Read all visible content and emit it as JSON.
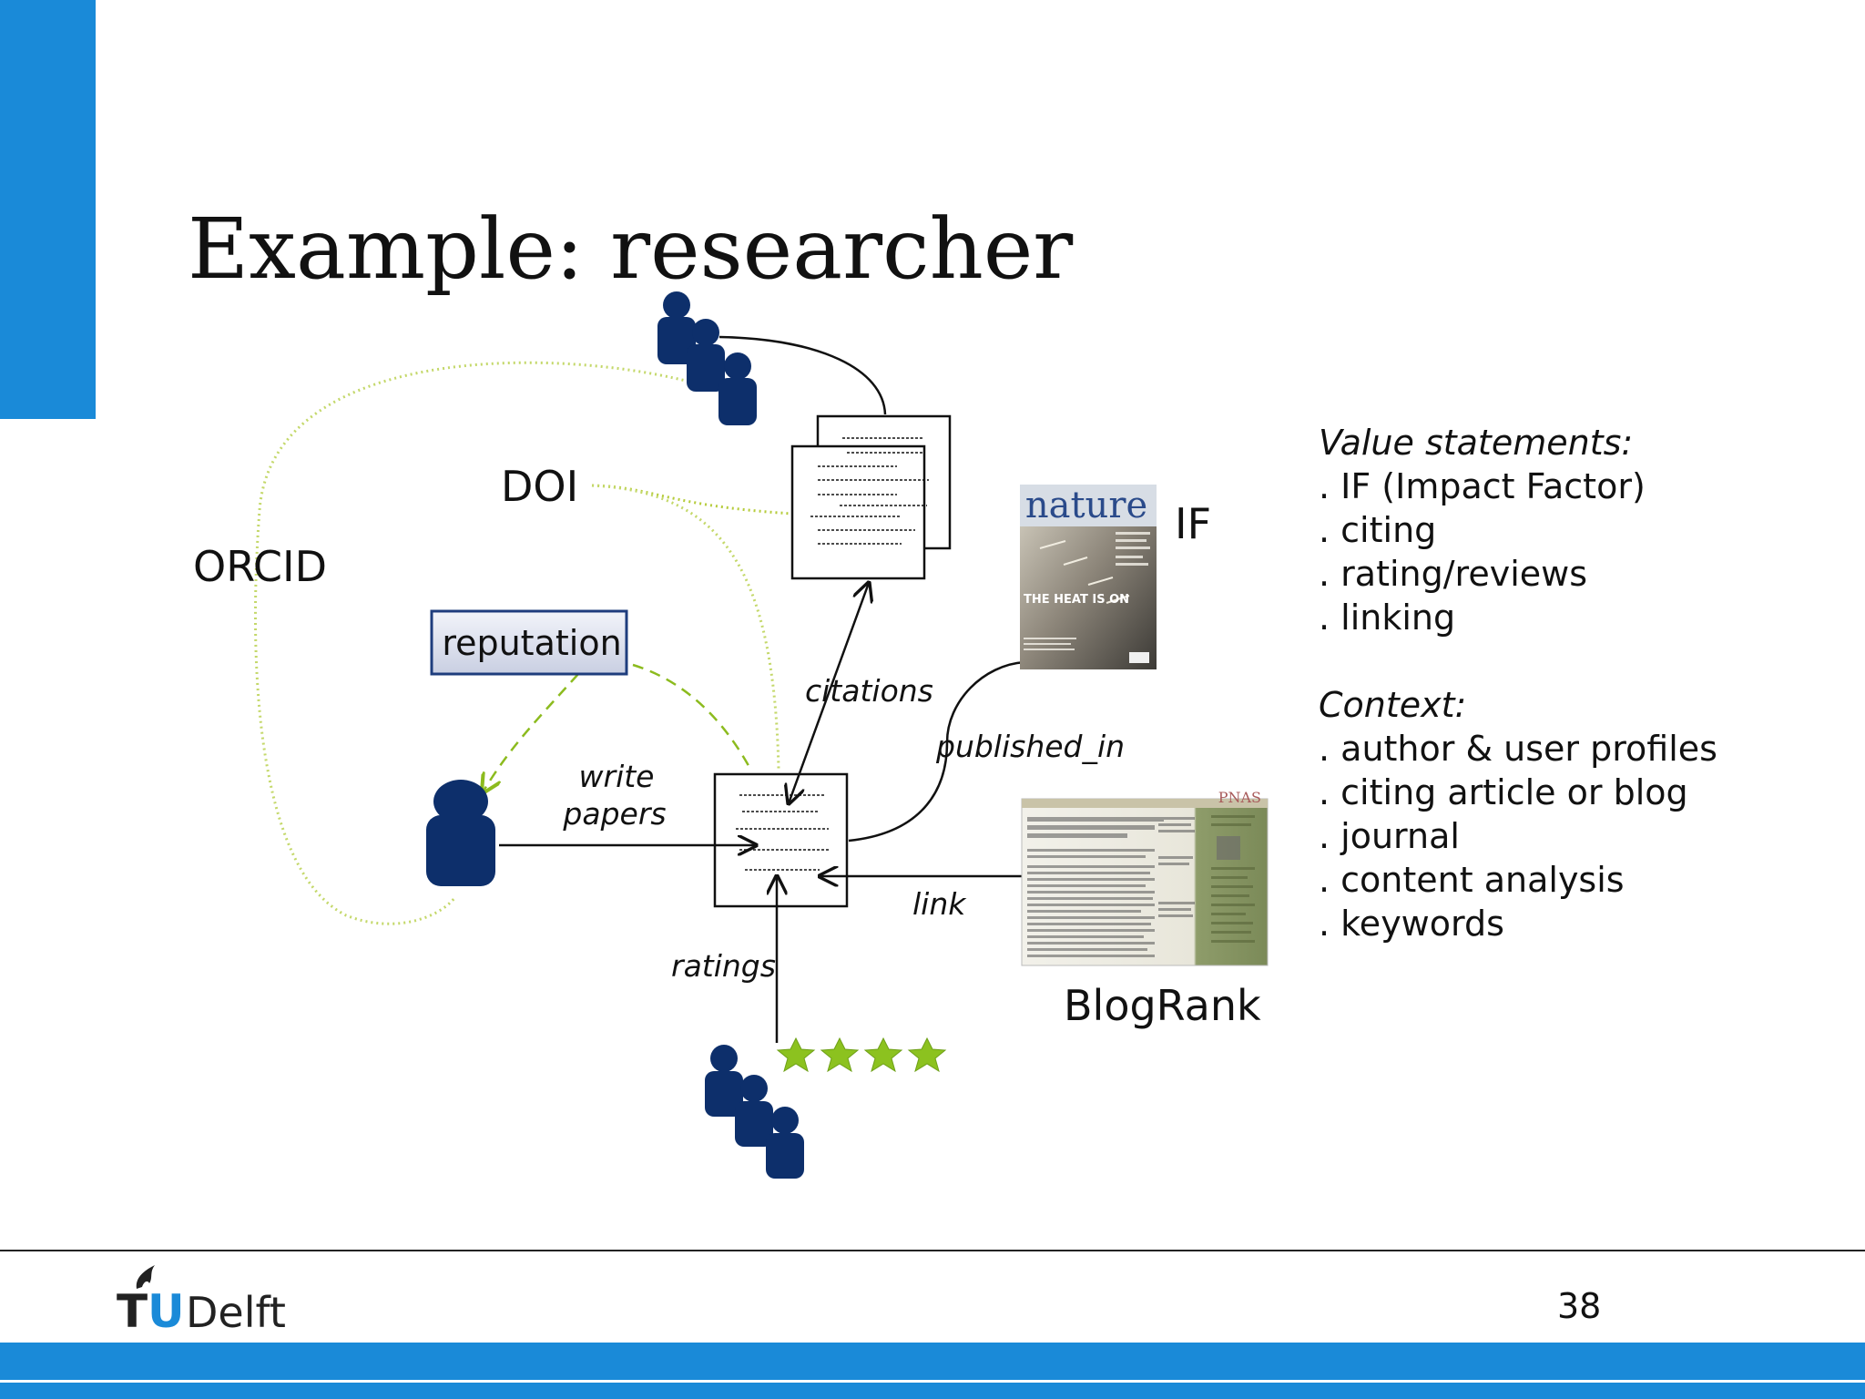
{
  "slide": {
    "title": "Example: researcher",
    "page_number": "38"
  },
  "diagram": {
    "doi_label": "DOI",
    "orcid_label": "ORCID",
    "reputation_label": "reputation",
    "write_label_1": "write",
    "write_label_2": "papers",
    "citations_label": "citations",
    "published_in_label": "published_in",
    "link_label": "link",
    "ratings_label": "ratings",
    "if_label": "IF",
    "blogrank_label": "BlogRank",
    "nature_masthead": "nature",
    "nature_cover_line": "THE HEAT IS ON",
    "pnas_masthead": "PNAS"
  },
  "value_statements": {
    "header": "Value statements:",
    "items": [
      ". IF (Impact Factor)",
      ". citing",
      ". rating/reviews",
      ". linking"
    ]
  },
  "context": {
    "header": "Context:",
    "items": [
      ". author & user profiles",
      ". citing article or blog",
      ". journal",
      ". content analysis",
      ". keywords"
    ]
  },
  "footer": {
    "logo_text_t": "T",
    "logo_text_u": "U",
    "logo_text_delft": "Delft"
  },
  "colors": {
    "brand_blue": "#1a8ad8",
    "person_navy": "#0d2f6b",
    "green_dotted": "#c4d86a",
    "green_dashed": "#8cbb1e",
    "star_green": "#8cc21f"
  }
}
